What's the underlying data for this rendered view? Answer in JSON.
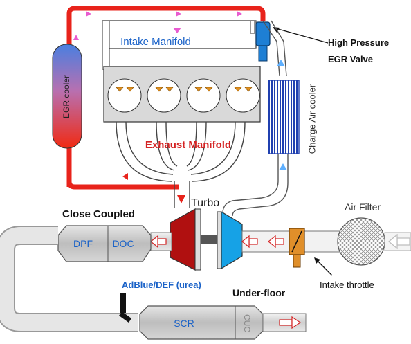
{
  "labels": {
    "intake_manifold": "Intake Manifold",
    "exhaust_manifold": "Exhaust Manifold",
    "egr_cooler": "EGR cooler",
    "charge_air_cooler": "Charge Air cooler",
    "hp_egr_valve_line1": "High Pressure",
    "hp_egr_valve_line2": "EGR Valve",
    "turbo": "Turbo",
    "air_filter": "Air Filter",
    "close_coupled": "Close Coupled",
    "dpf": "DPF",
    "doc": "DOC",
    "adblue": "AdBlue/DEF (urea)",
    "under_floor": "Under-floor",
    "scr": "SCR",
    "cuc": "CUC",
    "intake_throttle": "Intake throttle"
  },
  "colors": {
    "egr_pipe": "#e8231b",
    "flow_arrow_pink": "#e85ad0",
    "flow_arrow_blue": "#5fb0ff",
    "intake_text": "#1a62c8",
    "exhaust_text": "#d42323",
    "turbine": "#b01010",
    "compressor": "#16a2e6",
    "egr_valve": "#1e7fd4",
    "throttle": "#e08f2a",
    "cooler_blue": "#2040b0"
  }
}
